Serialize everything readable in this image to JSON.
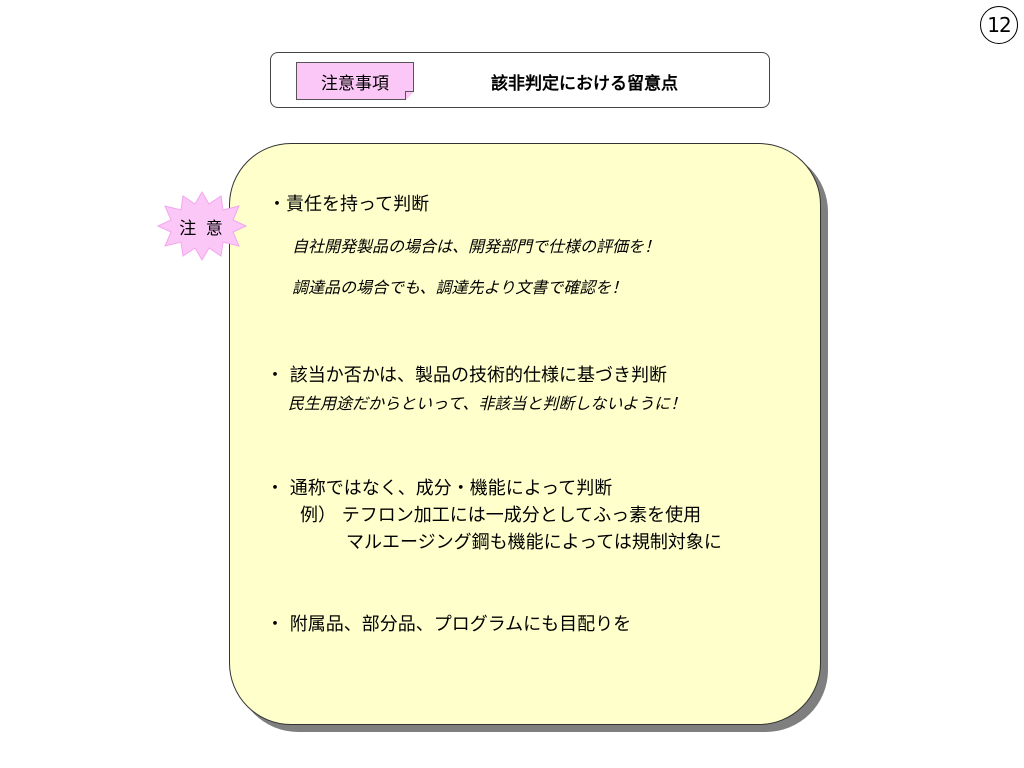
{
  "page_number": "12",
  "header": {
    "tag_label": "注意事項",
    "title": "該非判定における留意点"
  },
  "badge": {
    "label": "注 意"
  },
  "sections": [
    {
      "heading": "・責任を持って判断",
      "notes": [
        "自社開発製品の場合は、開発部門で仕様の評価を！",
        "調達品の場合でも、調達先より文書で確認を！"
      ]
    },
    {
      "heading": "・ 該当か否かは、製品の技術的仕様に基づき判断",
      "notes": [
        "民生用途だからといって、非該当と判断しないように！"
      ]
    },
    {
      "heading": "・ 通称ではなく、成分・機能によって判断",
      "examples": [
        "例） テフロン加工には一成分としてふっ素を使用",
        "マルエージング鋼も機能によっては規制対象に"
      ]
    },
    {
      "heading": "・ 附属品、部分品、プログラムにも目配りを"
    }
  ],
  "colors": {
    "tag_fill": "#fbc7f7",
    "panel_fill": "#ffffcc",
    "badge_fill": "#fbc7f7",
    "shadow": "#7f7f7f"
  }
}
